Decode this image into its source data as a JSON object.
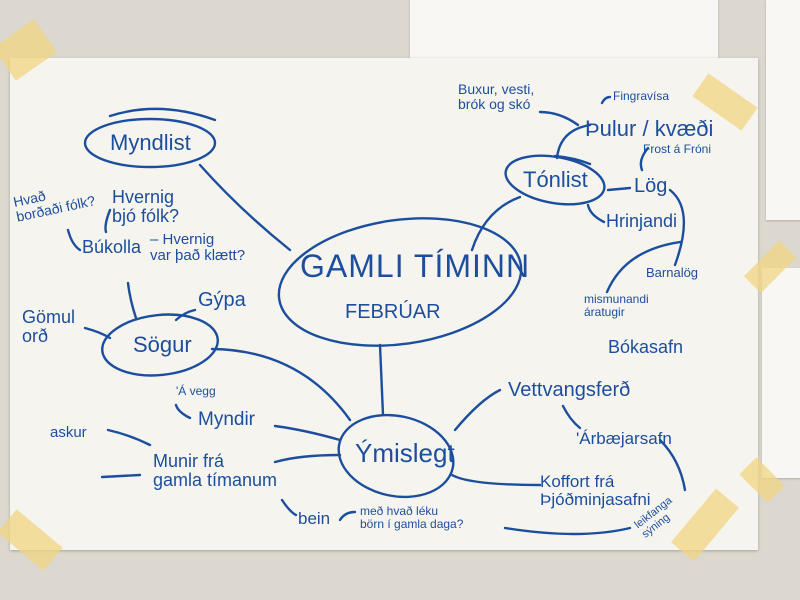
{
  "center": {
    "title": "GAMLI TÍMINN",
    "subtitle": "FEBRÚAR"
  },
  "nodes": {
    "myndlist": "Myndlist",
    "sogur": "Sögur",
    "tonlist": "Tónlist",
    "ymislegt": "Ýmislegt"
  },
  "myndlist_branch": {
    "hvad_bordadi": "Hvað\nborðaði fólk?",
    "hvernig_bjo": "Hvernig\nbjó fólk?",
    "bukolla": "Búkolla",
    "hvernig_klaett": "– Hvernig\nvar það klætt?"
  },
  "sogur_branch": {
    "gypa": "Gýpa",
    "gomul_ord": "Gömul\norð"
  },
  "tonlist_branch": {
    "thulur": "Þulur / kvæði",
    "buxur": "Buxur, vesti,\nbrók og skó",
    "fingravisa": "Fingravísa",
    "frost": "Frost á Fróni",
    "log": "Lög",
    "hrinjandi": "Hrinjandi",
    "barnalog": "Barnalög",
    "aratugir": "mismunandi\náratugir"
  },
  "ymislegt_branch": {
    "a_vegg": "'Á vegg",
    "myndir": "Myndir",
    "askur": "askur",
    "munir": "Munir frá\ngamla tímanum",
    "bein": "bein",
    "med_hvad": "með hvað léku\nbörn í gamla daga?",
    "vettvangsferd": "Vettvangsferð",
    "bokasafn": "Bókasafn",
    "arbaejarsafn": "'Árbæjarsafn",
    "koffort": "Koffort frá\nÞjóðminjasafni",
    "leikfanga": "leikfanga\nsýning"
  },
  "colors": {
    "ink": "#1c4e9e",
    "paper": "#f6f4ee",
    "wall": "#dcd8cf",
    "tape": "#f0d682"
  }
}
